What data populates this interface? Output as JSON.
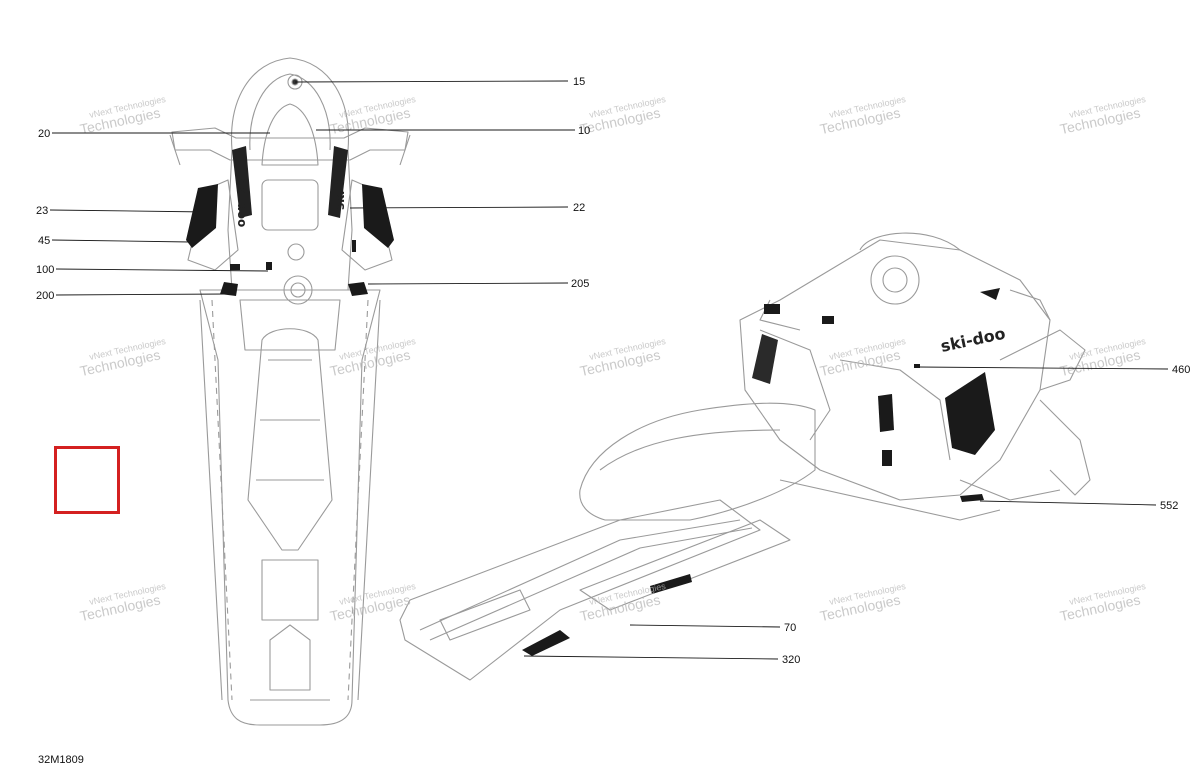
{
  "diagram": {
    "id": "32M1809",
    "callouts": [
      {
        "key": "15",
        "label": "15"
      },
      {
        "key": "10",
        "label": "10"
      },
      {
        "key": "20",
        "label": "20"
      },
      {
        "key": "23",
        "label": "23"
      },
      {
        "key": "22",
        "label": "22"
      },
      {
        "key": "45",
        "label": "45"
      },
      {
        "key": "100",
        "label": "100"
      },
      {
        "key": "200",
        "label": "200"
      },
      {
        "key": "205",
        "label": "205"
      },
      {
        "key": "460",
        "label": "460"
      },
      {
        "key": "552",
        "label": "552"
      },
      {
        "key": "70",
        "label": "70"
      },
      {
        "key": "320",
        "label": "320"
      }
    ],
    "decal_text": "ski-doo",
    "watermark": {
      "line1": "vNext Technologies",
      "line2": "Technologies"
    },
    "selection_color": "#d42020"
  }
}
